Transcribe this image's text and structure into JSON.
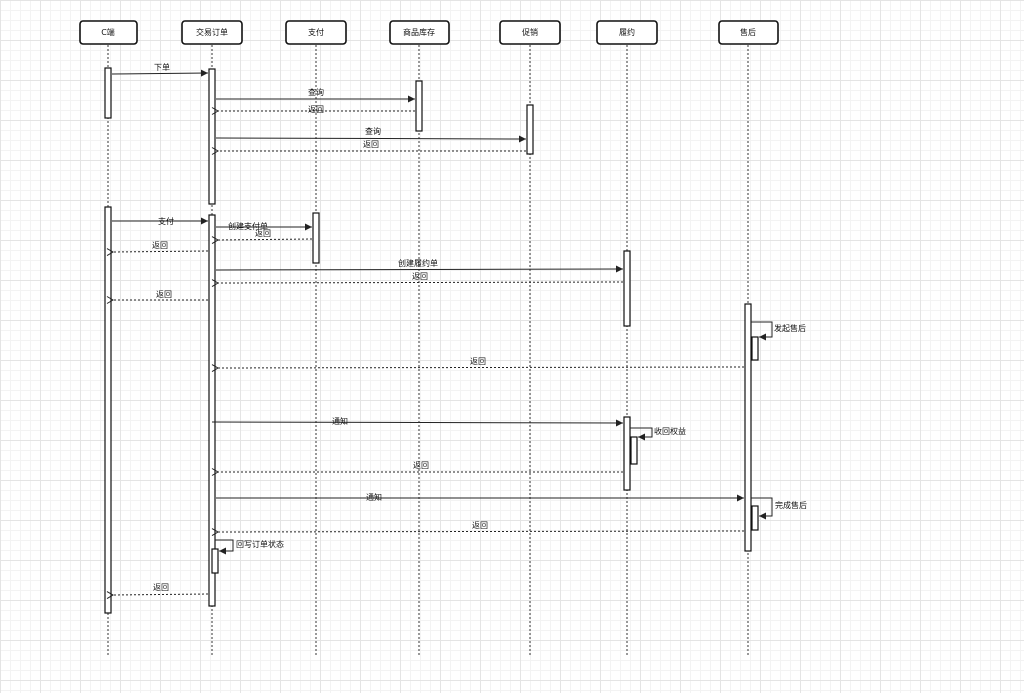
{
  "participants": [
    {
      "id": "c",
      "label": "C端"
    },
    {
      "id": "order",
      "label": "交易订单"
    },
    {
      "id": "pay",
      "label": "支付"
    },
    {
      "id": "stock",
      "label": "商品库存"
    },
    {
      "id": "promo",
      "label": "促销"
    },
    {
      "id": "fulfil",
      "label": "履约"
    },
    {
      "id": "after",
      "label": "售后"
    }
  ],
  "messages": [
    {
      "from": "c",
      "to": "order",
      "label": "下单",
      "style": "solid"
    },
    {
      "from": "order",
      "to": "stock",
      "label": "查询",
      "style": "solid"
    },
    {
      "from": "stock",
      "to": "order",
      "label": "返回",
      "style": "dashed"
    },
    {
      "from": "order",
      "to": "promo",
      "label": "查询",
      "style": "solid"
    },
    {
      "from": "promo",
      "to": "order",
      "label": "返回",
      "style": "dashed"
    },
    {
      "from": "c",
      "to": "order",
      "label": "支付",
      "style": "solid"
    },
    {
      "from": "order",
      "to": "pay",
      "label": "创建支付单",
      "style": "solid"
    },
    {
      "from": "pay",
      "to": "order",
      "label": "返回",
      "style": "dashed"
    },
    {
      "from": "order",
      "to": "c",
      "label": "返回",
      "style": "dashed"
    },
    {
      "from": "order",
      "to": "fulfil",
      "label": "创建履约单",
      "style": "solid"
    },
    {
      "from": "fulfil",
      "to": "order",
      "label": "返回",
      "style": "dashed"
    },
    {
      "from": "order",
      "to": "c",
      "label": "返回",
      "style": "dashed"
    },
    {
      "from": "after",
      "to": "after",
      "label": "发起售后",
      "style": "self"
    },
    {
      "from": "after",
      "to": "order",
      "label": "返回",
      "style": "dashed"
    },
    {
      "from": "order",
      "to": "fulfil",
      "label": "通知",
      "style": "solid"
    },
    {
      "from": "fulfil",
      "to": "fulfil",
      "label": "收回权益",
      "style": "self"
    },
    {
      "from": "fulfil",
      "to": "order",
      "label": "返回",
      "style": "dashed"
    },
    {
      "from": "order",
      "to": "after",
      "label": "通知",
      "style": "solid"
    },
    {
      "from": "after",
      "to": "after",
      "label": "完成售后",
      "style": "self"
    },
    {
      "from": "after",
      "to": "order",
      "label": "返回",
      "style": "dashed"
    },
    {
      "from": "order",
      "to": "order",
      "label": "回写订单状态",
      "style": "self"
    },
    {
      "from": "order",
      "to": "c",
      "label": "返回",
      "style": "dashed"
    }
  ]
}
